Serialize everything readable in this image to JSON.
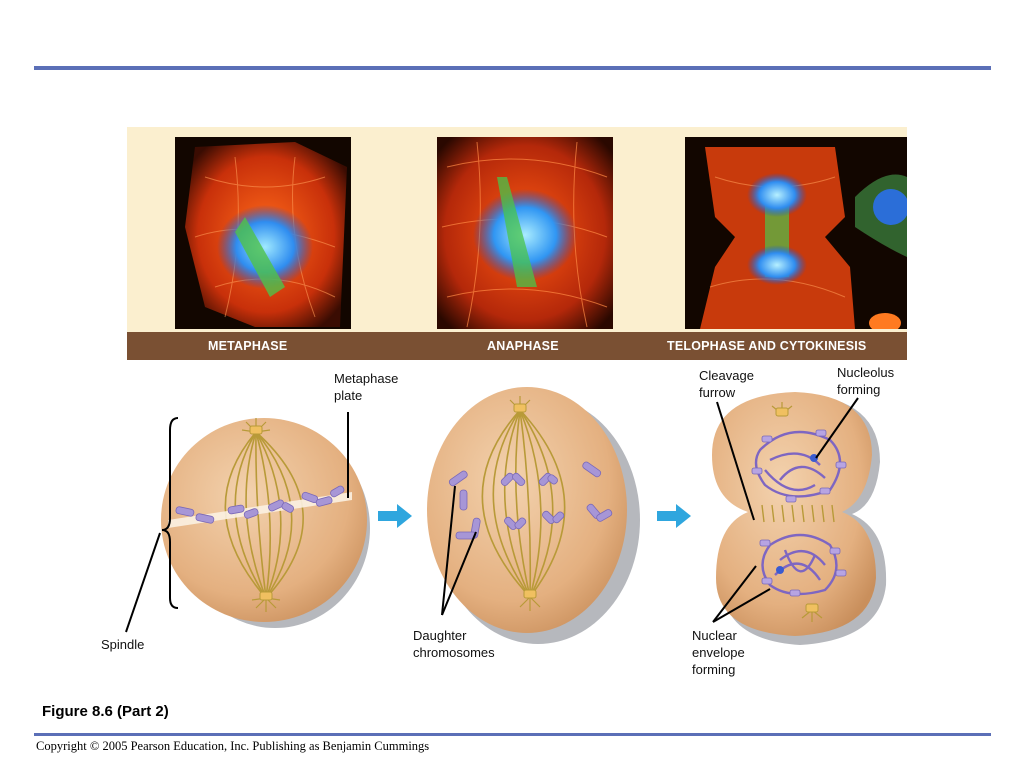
{
  "phases": {
    "metaphase": "METAPHASE",
    "anaphase": "ANAPHASE",
    "telophase": "TELOPHASE AND CYTOKINESIS"
  },
  "annotations": {
    "metaphase_plate": "Metaphase\nplate",
    "cleavage_furrow": "Cleavage\nfurrow",
    "nucleolus_forming": "Nucleolus\nforming",
    "spindle": "Spindle",
    "daughter_chromosomes": "Daughter\nchromosomes",
    "nuclear_envelope_forming": "Nuclear\nenvelope\nforming"
  },
  "figure_caption": "Figure 8.6 (Part 2)",
  "copyright": "Copyright © 2005 Pearson Education, Inc. Publishing as Benjamin Cummings",
  "colors": {
    "rule": "#5b6fb7",
    "label_bar": "#7a5033",
    "photo_background": "#fbefcf",
    "cell": "#e8bb8e",
    "cell_shadow": "#b6b8bd",
    "spindle": "#b89a38",
    "chromosome": "#a796d6",
    "arrow": "#2fa6de"
  }
}
